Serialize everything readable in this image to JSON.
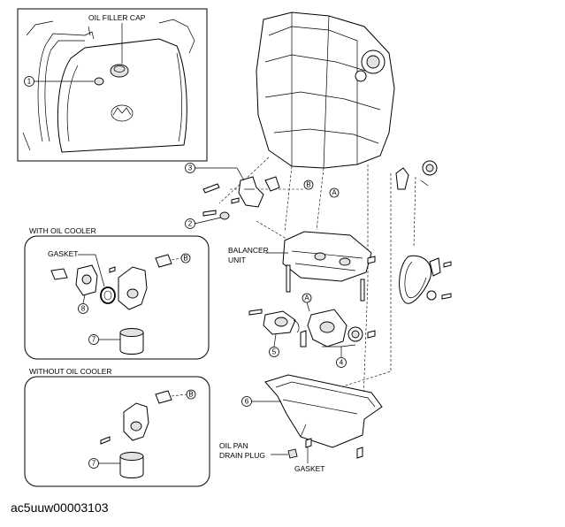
{
  "labels": {
    "oil_filler_cap": "OIL FILLER CAP",
    "with_oil_cooler": "WITH OIL COOLER",
    "without_oil_cooler": "WITHOUT OIL COOLER",
    "gasket": "GASKET",
    "balancer_line1": "BALANCER",
    "balancer_line2": "UNIT",
    "drain_line1": "OIL PAN",
    "drain_line2": "DRAIN PLUG",
    "gasket_bottom": "GASKET"
  },
  "callouts": {
    "n1": "1",
    "n2": "2",
    "n3": "3",
    "n4": "4",
    "n5": "5",
    "n6": "6",
    "n7a": "7",
    "n7b": "7",
    "n8": "8"
  },
  "refs": {
    "a_head": "A",
    "a_pump": "A",
    "b_head": "B",
    "b_cooler": "B",
    "b_nocooler": "B"
  },
  "caption": "ac5uuw00003103"
}
